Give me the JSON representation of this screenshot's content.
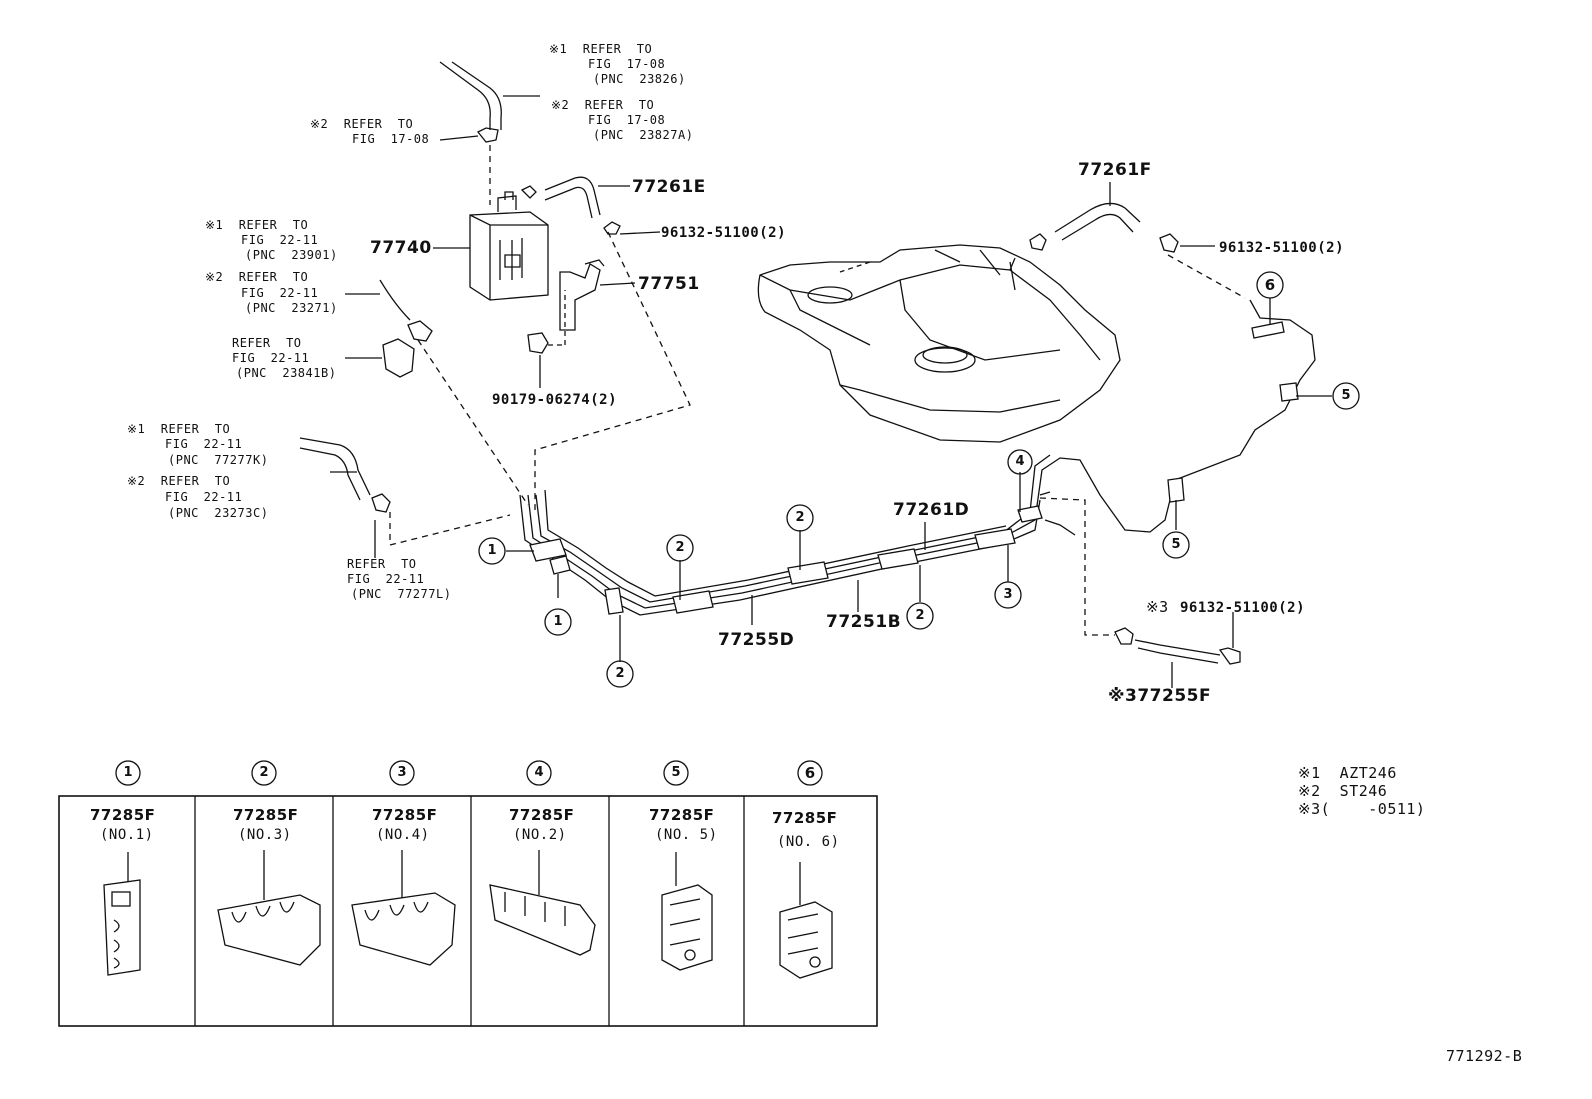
{
  "refs": {
    "canister_top": [
      "※1  REFER  TO",
      "FIG  17-08",
      "(PNC  23826)",
      "※2  REFER  TO",
      "FIG  17-08",
      "(PNC  23827A)"
    ],
    "canister_left": [
      "※2  REFER  TO",
      "FIG  17-08"
    ],
    "fig2211_a": [
      "※1  REFER  TO",
      "FIG  22-11",
      "(PNC  23901)",
      "※2  REFER  TO",
      "FIG  22-11",
      "(PNC  23271)"
    ],
    "fig2211_b": [
      "REFER  TO",
      "FIG  22-11",
      "(PNC  23841B)"
    ],
    "fig2211_c": [
      "※1  REFER  TO",
      "FIG  22-11",
      "(PNC  77277K)",
      "※2  REFER  TO",
      "FIG  22-11",
      "(PNC  23273C)"
    ],
    "fig2211_d": [
      "REFER  TO",
      "FIG  22-11",
      "(PNC  77277L)"
    ]
  },
  "parts": {
    "p77261E": "77261E",
    "p77740": "77740",
    "p77751": "77751",
    "p96132_a": "96132-51100(2)",
    "p90179": "90179-06274(2)",
    "p77261F": "77261F",
    "p96132_b": "96132-51100(2)",
    "p77261D": "77261D",
    "p77255D": "77255D",
    "p77251B": "77251B",
    "p96132_c": "96132-51100(2)",
    "p96132_c_mark": "※3",
    "p77255F": "※377255F"
  },
  "callouts": [
    "1",
    "1",
    "2",
    "2",
    "2",
    "2",
    "3",
    "4",
    "5",
    "5",
    "6"
  ],
  "clamps": [
    {
      "num": "1",
      "part": "77285F",
      "sub": "(NO.1)"
    },
    {
      "num": "2",
      "part": "77285F",
      "sub": "(NO.3)"
    },
    {
      "num": "3",
      "part": "77285F",
      "sub": "(NO.4)"
    },
    {
      "num": "4",
      "part": "77285F",
      "sub": "(NO.2)"
    },
    {
      "num": "5",
      "part": "77285F",
      "sub": "(NO. 5)"
    },
    {
      "num": "6",
      "part": "77285F",
      "sub": "(NO. 6)"
    }
  ],
  "notes": [
    "※1  AZT246",
    "※2  ST246",
    "※3(    -0511)"
  ],
  "figure_id": "771292-B"
}
